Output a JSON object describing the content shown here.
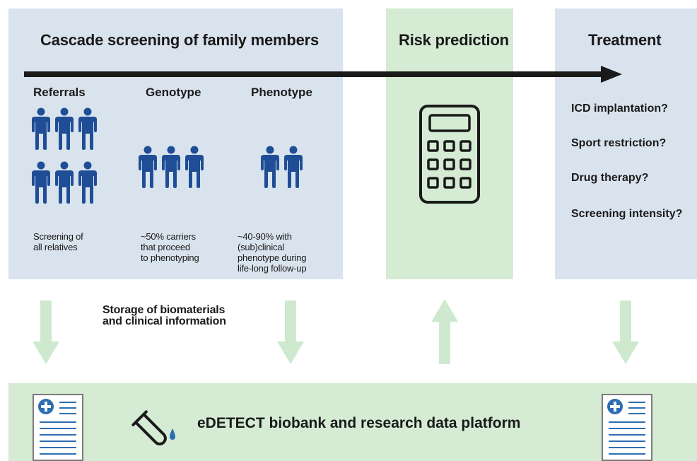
{
  "headings": {
    "cascade": "Cascade screening of family members",
    "risk": "Risk prediction",
    "treatment": "Treatment"
  },
  "columns": {
    "referrals": {
      "title": "Referrals",
      "caption": "Screening of\nall relatives",
      "people": 6
    },
    "genotype": {
      "title": "Genotype",
      "caption": "~50% carriers\nthat proceed\nto phenotyping",
      "people": 3
    },
    "phenotype": {
      "title": "Phenotype",
      "caption": "~40-90% with\n(sub)clinical\nphenotype during\nlife-long follow-up",
      "people": 2
    }
  },
  "treatment_questions": [
    "ICD implantation?",
    "Sport restriction?",
    "Drug therapy?",
    "Screening intensity?"
  ],
  "storage_label": "Storage of biomaterials\nand clinical information",
  "biobank_label": "eDETECT biobank and research data platform",
  "icons": [
    "person-icon",
    "calculator-icon",
    "medical-record-icon",
    "test-tube-icon",
    "arrow-right-icon",
    "arrow-down-icon",
    "arrow-up-icon"
  ],
  "colors": {
    "blue_panel": "#d9e3ee",
    "green_panel": "#d5ebd4",
    "person_blue": "#1f4e96",
    "arrow_green": "#cfe9cf",
    "record_blue": "#2f6db3"
  }
}
